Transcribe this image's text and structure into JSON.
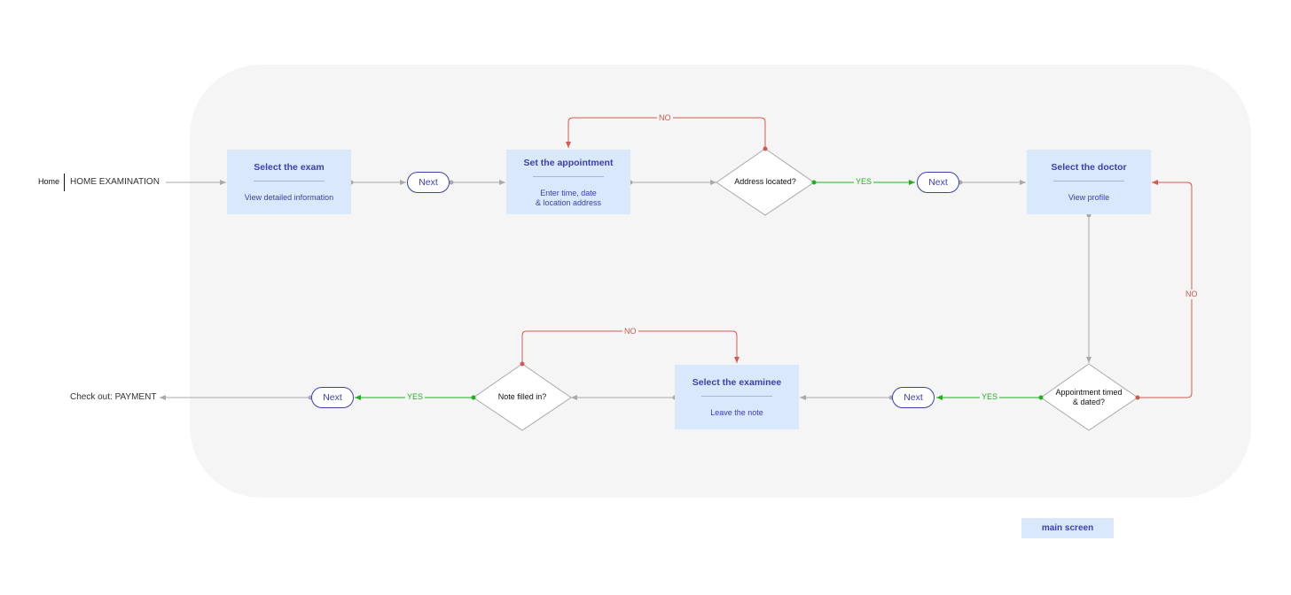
{
  "start": {
    "home": "Home",
    "section": "HOME EXAMINATION"
  },
  "end": {
    "label": "Check out: PAYMENT"
  },
  "steps": {
    "exam": {
      "title": "Select the exam",
      "sub": "View detailed information"
    },
    "appointment": {
      "title": "Set the appointment",
      "sub1": "Enter time, date",
      "sub2": "& location address"
    },
    "doctor": {
      "title": "Select the doctor",
      "sub": "View profile"
    },
    "examinee": {
      "title": "Select the examinee",
      "sub": "Leave the note"
    }
  },
  "decisions": {
    "address": "Address located?",
    "appointment1": "Appointment timed",
    "appointment2": "& dated?",
    "note": "Note filled in?"
  },
  "buttons": {
    "next": "Next"
  },
  "edge_labels": {
    "yes": "YES",
    "no": "NO"
  },
  "legend": {
    "main_screen": "main screen"
  },
  "colors": {
    "box_fill": "#dae8fc",
    "box_text": "#3b3fb0",
    "yes_edge": "#22b022",
    "no_edge": "#d05a4e",
    "flow_edge": "#a9a9a9",
    "canvas": "#f5f5f5"
  }
}
